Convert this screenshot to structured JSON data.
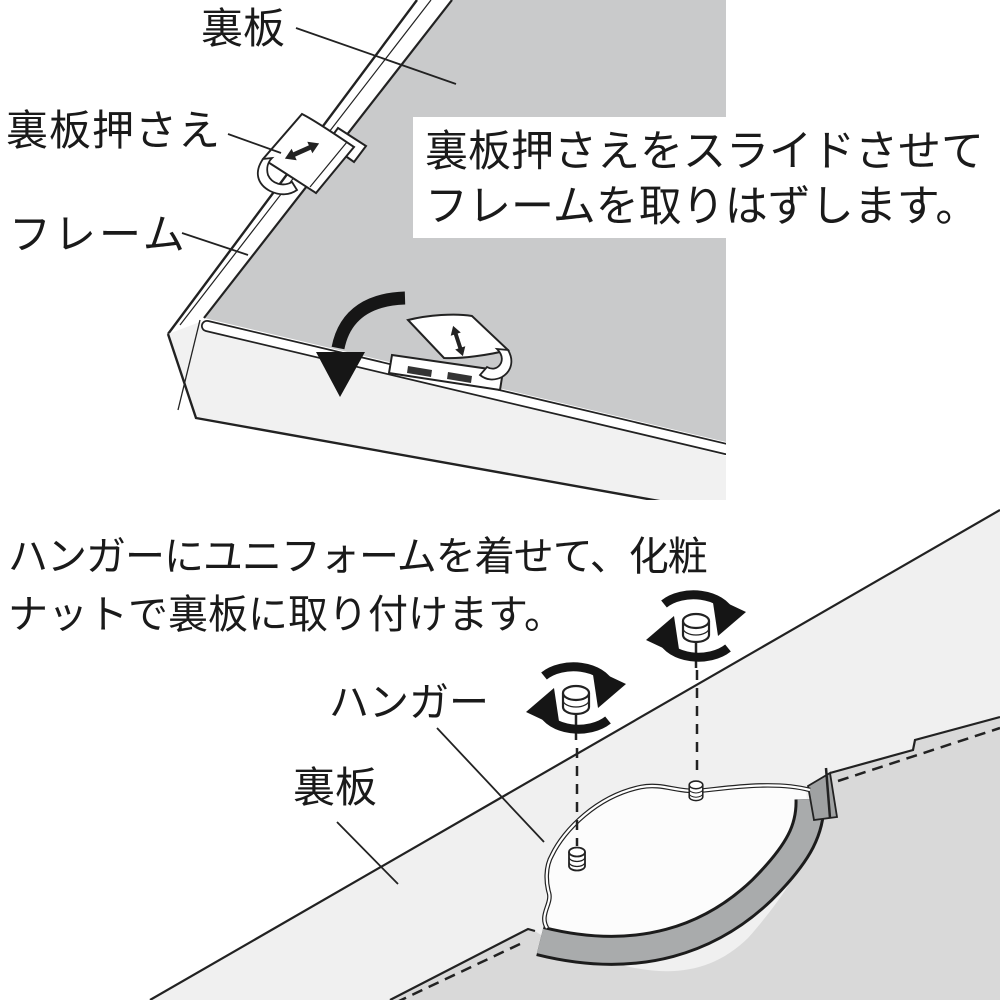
{
  "figure": {
    "step1": {
      "labels": {
        "back_board": "裏板",
        "back_board_stopper": "裏板押さえ",
        "frame": "フレーム"
      },
      "instruction": {
        "line1": "裏板押さえをスライドさせて",
        "line2": "フレームを取りはずします。"
      }
    },
    "step2": {
      "instruction": {
        "line1": "ハンガーにユニフォームを着せて、化粧",
        "line2": "ナットで裏板に取り付けます。"
      },
      "labels": {
        "hanger": "ハンガー",
        "back_board": "裏板"
      }
    },
    "colors": {
      "line": "#1f1f1f",
      "board_top_gray": "#c9cacb",
      "frame_face": "#f1f1f1",
      "board_bottom_gray": "#f0f0f0",
      "uniform_body_gray": "#d9d9d9",
      "collar_gray": "#a9abac",
      "background": "#ffffff"
    }
  }
}
